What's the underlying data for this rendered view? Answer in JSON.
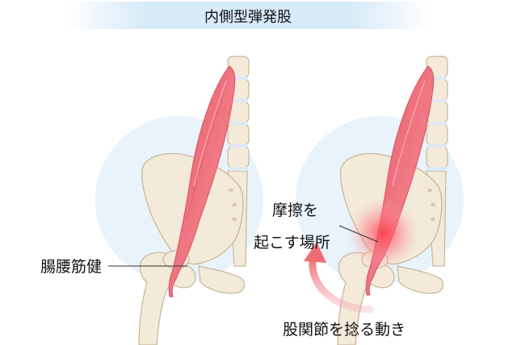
{
  "title": "内側型弾発股",
  "labels": {
    "muscle": "腸腰筋健",
    "friction_line1": "摩擦を",
    "friction_line2": "起こす場所",
    "motion": "股関節を捻る動き"
  },
  "colors": {
    "title_band": "#d6eaf7",
    "background_circle": "#e8f3fb",
    "bone_fill": "#f3ead9",
    "bone_stroke": "#c8b89a",
    "muscle": "#ee6f7a",
    "muscle_light": "#f6b5ba",
    "arrow": "#f08080",
    "friction_glow": "#ff4d5e"
  }
}
